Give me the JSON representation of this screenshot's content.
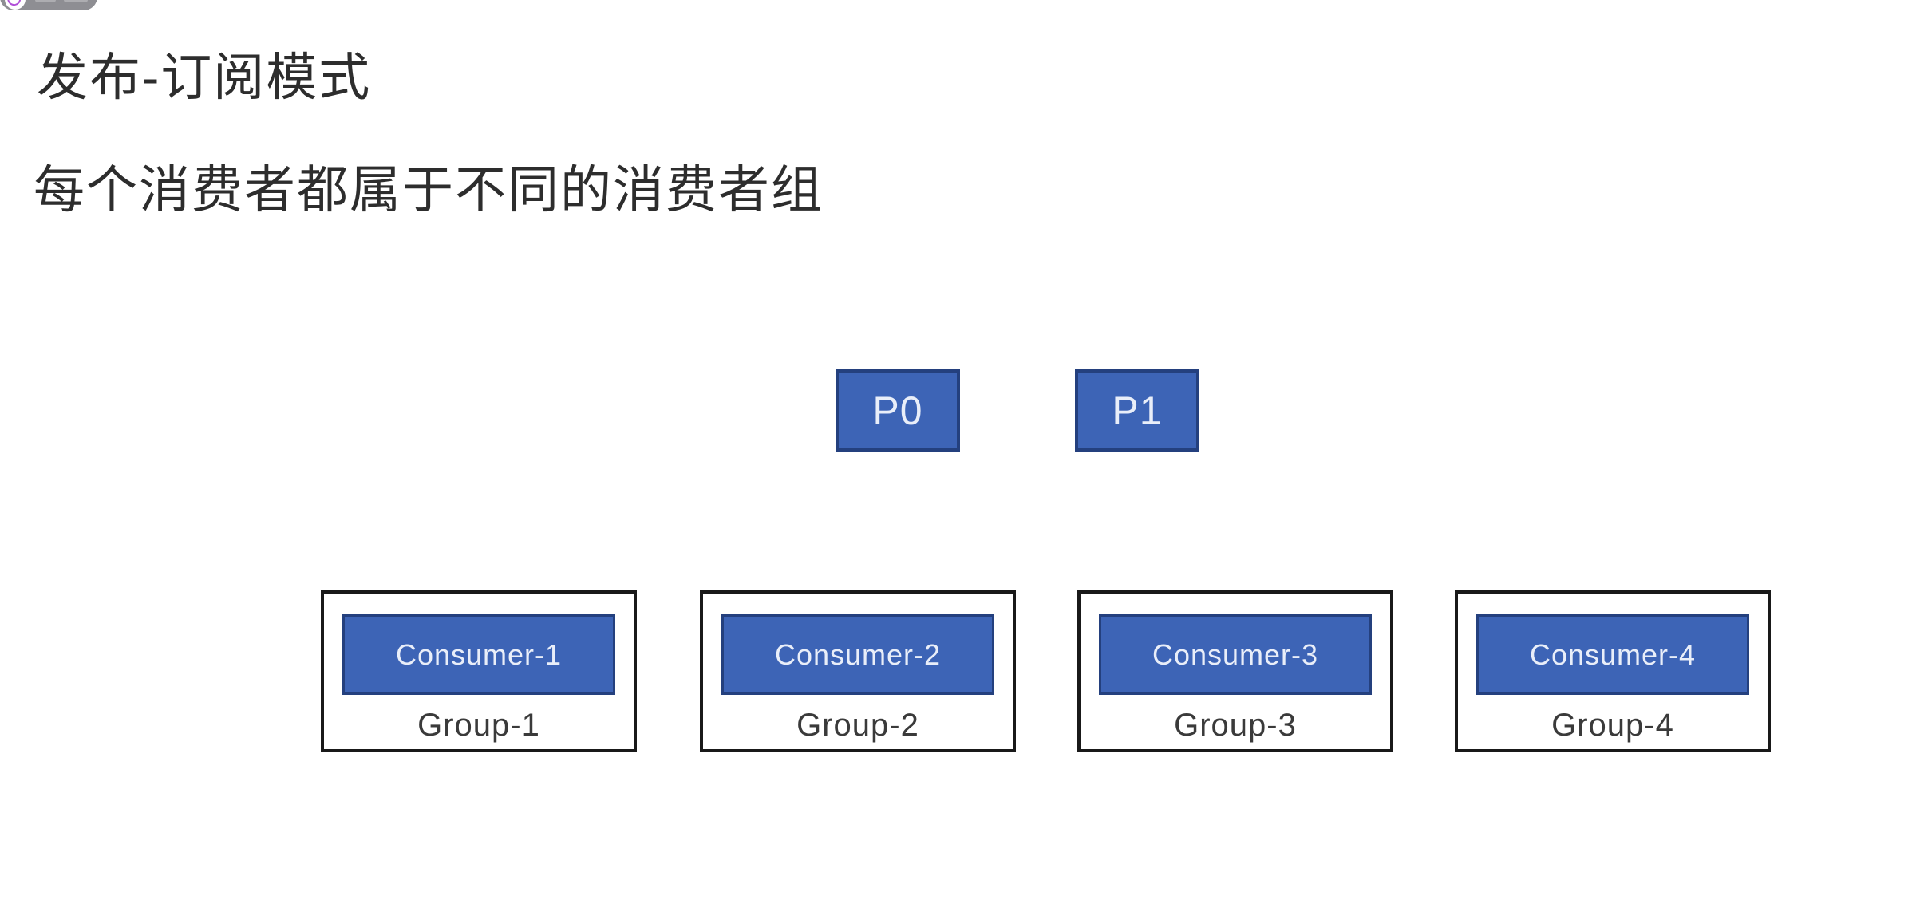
{
  "page": {
    "title": "发布-订阅模式",
    "subtitle": "每个消费者都属于不同的消费者组"
  },
  "watermark": {
    "icon": "logo-circle-icon"
  },
  "diagram": {
    "partitions": [
      {
        "label": "P0"
      },
      {
        "label": "P1"
      }
    ],
    "groups": [
      {
        "consumer_label": "Consumer-1",
        "group_label": "Group-1"
      },
      {
        "consumer_label": "Consumer-2",
        "group_label": "Group-2"
      },
      {
        "consumer_label": "Consumer-3",
        "group_label": "Group-3"
      },
      {
        "consumer_label": "Consumer-4",
        "group_label": "Group-4"
      }
    ],
    "colors": {
      "node_fill": "#3D64B6",
      "node_border": "#24407E",
      "group_border": "#191919",
      "node_text": "#E9EEF9",
      "heading_text": "#2D2D2D",
      "watermark_gray": "#8E8E93",
      "watermark_accent": "#B14FD8"
    }
  }
}
